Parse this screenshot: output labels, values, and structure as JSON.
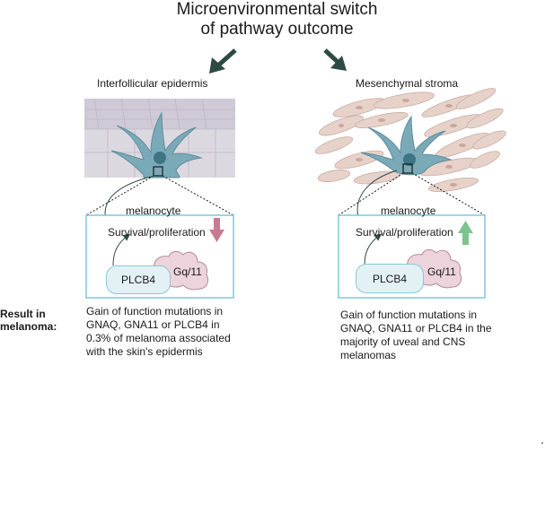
{
  "title": {
    "line1": "Microenvironmental switch",
    "line2": "of pathway outcome"
  },
  "left_panel": {
    "heading": "Interfollicular epidermis",
    "cell_label": "melanocyte",
    "effect_label": "Survival/proliferation",
    "effect_direction": "down",
    "effect_color": "#c97a93",
    "enzyme_label": "PLCB4",
    "gprotein_label": "Gq/11",
    "description_lines": [
      "Gain of function mutations in",
      "GNAQ, GNA11 or PLCB4 in",
      "0.3% of melanoma associated",
      "with the skin's epidermis"
    ]
  },
  "right_panel": {
    "heading": "Mesenchymal stroma",
    "cell_label": "melanocyte",
    "effect_label": "Survival/proliferation",
    "effect_direction": "up",
    "effect_color": "#7cc48f",
    "enzyme_label": "PLCB4",
    "gprotein_label": "Gq/11",
    "description_lines": [
      "Gain of function mutations in",
      "GNAQ, GNA11 or PLCB4 in the",
      "majority of uveal and CNS",
      "melanomas"
    ]
  },
  "result_label": {
    "line1": "Result in",
    "line2": "melanoma:"
  },
  "colors": {
    "arrow_dark": "#2f4a45",
    "melanocyte": "#7aa9b8",
    "nucleus": "#3f7482",
    "epidermis": "#d7d3dc",
    "stroma": "#e7d2ca",
    "box_border": "#7fc8dc",
    "gprotein": "#ecd3dc"
  }
}
